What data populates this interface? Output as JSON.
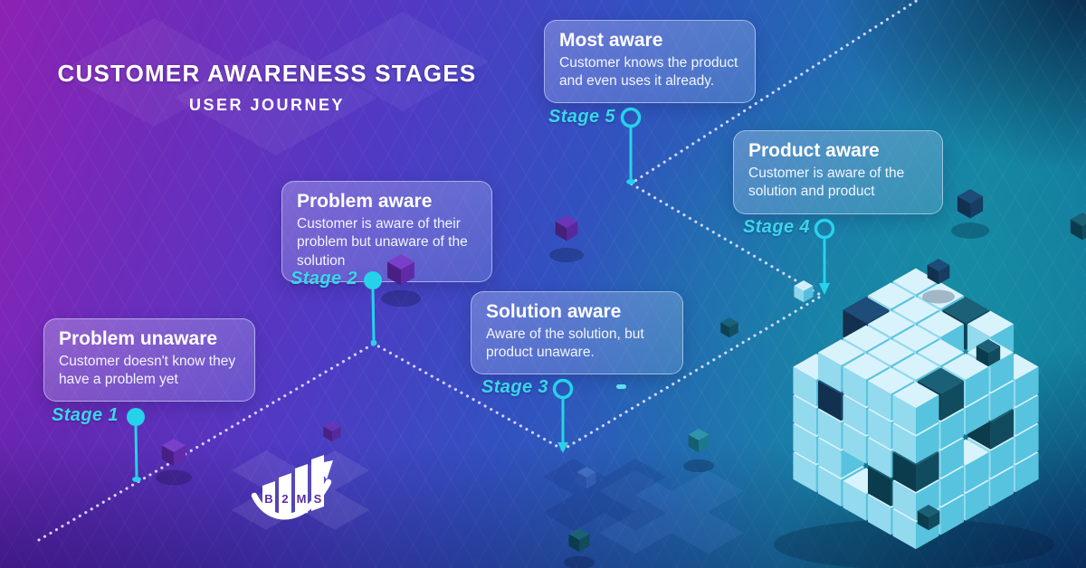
{
  "title": {
    "heading": "CUSTOMER AWARENESS STAGES",
    "subheading": "USER JOURNEY"
  },
  "stages": [
    {
      "label": "Stage 1",
      "title": "Problem unaware",
      "description": "Customer doesn't know they have a problem yet",
      "marker": "filled-dot"
    },
    {
      "label": "Stage 2",
      "title": "Problem aware",
      "description": "Customer is aware of their problem but unaware of the solution",
      "marker": "filled-dot"
    },
    {
      "label": "Stage 3",
      "title": "Solution aware",
      "description": "Aware of the solution, but product unaware.",
      "marker": "ring"
    },
    {
      "label": "Stage 4",
      "title": "Product aware",
      "description": "Customer is aware of the solution and product",
      "marker": "ring"
    },
    {
      "label": "Stage 5",
      "title": "Most aware",
      "description": "Customer knows the product and even uses it already.",
      "marker": "ring"
    }
  ],
  "logo": {
    "name": "b2ms-growth-chart-logo",
    "letters": [
      "B",
      "2",
      "M",
      "S"
    ]
  },
  "graphics": {
    "big_cube": "isometric-voxel-cube",
    "journey_path": "dotted-zigzag-path"
  },
  "colors": {
    "accent_cyan": "#25d2ea",
    "stage_label": "#3bd6ea",
    "path_dots": "#dcdcf8",
    "card_border": "#deebfc",
    "text": "#ffffff"
  }
}
